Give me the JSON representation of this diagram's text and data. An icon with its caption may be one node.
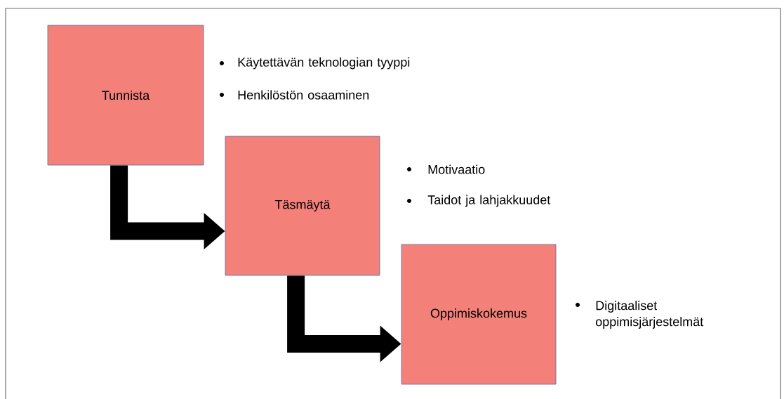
{
  "diagram": {
    "nodes": [
      {
        "text": [
          "Tunnista"
        ],
        "beside": [
          "Käytettävän teknologian tyyppi",
          "Henkilöstön osaaminen"
        ]
      },
      {
        "text": [
          "Täsmäytä"
        ],
        "beside": [
          "Motivaatio",
          "Taidot ja lahjakkuudet"
        ]
      },
      {
        "text": [
          "Oppimiskokemus"
        ],
        "beside": [
          "Digitaaliset oppimisjärjestelmät"
        ]
      }
    ],
    "edges": [
      {
        "from": 0,
        "to": 1,
        "arrow": "to"
      },
      {
        "from": 1,
        "to": 2,
        "arrow": "to"
      }
    ]
  }
}
